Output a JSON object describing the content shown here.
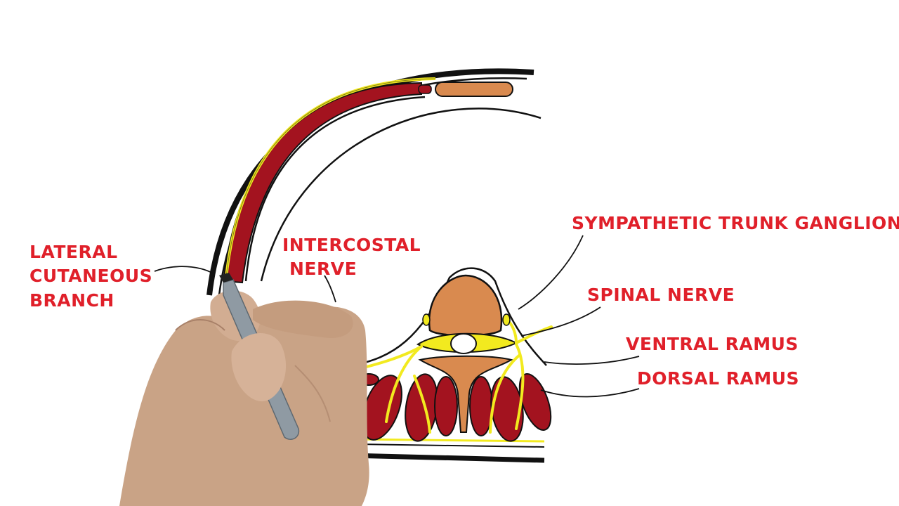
{
  "labels": {
    "lateral_cutaneous_branch": [
      "LATERAL",
      "CUTANEOUS",
      "BRANCH"
    ],
    "intercostal_nerve": [
      "INTERCOSTAL",
      "NERVE"
    ],
    "sympathetic_trunk_ganglion": "SYMPATHETIC TRUNK GANGLION",
    "spinal_nerve": "SPINAL NERVE",
    "ventral_ramus": "VENTRAL RAMUS",
    "dorsal_ramus": "DORSAL RAMUS"
  },
  "colors": {
    "label_text": "#e0202a",
    "muscle": "#a3131f",
    "nerve": "#f2ea1f",
    "vertebral_body": "#d98a4f",
    "outline": "#111111",
    "skin_hand": "#c9a386",
    "marker": "#8f9aa3"
  }
}
